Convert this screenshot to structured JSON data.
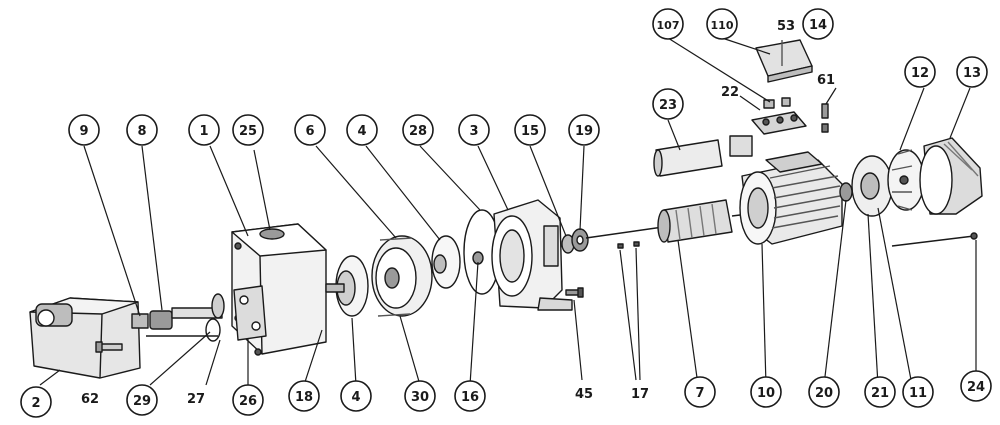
{
  "callouts": [
    {
      "id": "c-9",
      "label": "9",
      "part": "9"
    },
    {
      "id": "c-8",
      "label": "8",
      "part": "8"
    },
    {
      "id": "c-1",
      "label": "1",
      "part": "1"
    },
    {
      "id": "c-25",
      "label": "25",
      "part": "25"
    },
    {
      "id": "c-6",
      "label": "6",
      "part": "6"
    },
    {
      "id": "c-4a",
      "label": "4",
      "part": "4"
    },
    {
      "id": "c-28",
      "label": "28",
      "part": "28"
    },
    {
      "id": "c-3",
      "label": "3",
      "part": "3"
    },
    {
      "id": "c-15",
      "label": "15",
      "part": "15"
    },
    {
      "id": "c-19",
      "label": "19",
      "part": "19"
    },
    {
      "id": "c-23",
      "label": "23",
      "part": "23"
    },
    {
      "id": "c-107",
      "label": "107",
      "part": "107"
    },
    {
      "id": "c-110",
      "label": "110",
      "part": "110"
    },
    {
      "id": "c-14",
      "label": "14",
      "part": "14"
    },
    {
      "id": "c-12",
      "label": "12",
      "part": "12"
    },
    {
      "id": "c-13",
      "label": "13",
      "part": "13"
    },
    {
      "id": "c-2",
      "label": "2",
      "part": "2"
    },
    {
      "id": "c-29",
      "label": "29",
      "part": "29"
    },
    {
      "id": "c-26",
      "label": "26",
      "part": "26"
    },
    {
      "id": "c-18",
      "label": "18",
      "part": "18"
    },
    {
      "id": "c-4b",
      "label": "4",
      "part": "4"
    },
    {
      "id": "c-30",
      "label": "30",
      "part": "30"
    },
    {
      "id": "c-16",
      "label": "16",
      "part": "16"
    },
    {
      "id": "c-7",
      "label": "7",
      "part": "7"
    },
    {
      "id": "c-10",
      "label": "10",
      "part": "10"
    },
    {
      "id": "c-20",
      "label": "20",
      "part": "20"
    },
    {
      "id": "c-21",
      "label": "21",
      "part": "21"
    },
    {
      "id": "c-11",
      "label": "11",
      "part": "11"
    },
    {
      "id": "c-24",
      "label": "24",
      "part": "24"
    }
  ],
  "plain_labels": [
    {
      "id": "t-62",
      "label": "62",
      "part": "62"
    },
    {
      "id": "t-27",
      "label": "27",
      "part": "27"
    },
    {
      "id": "t-45",
      "label": "45",
      "part": "45"
    },
    {
      "id": "t-17",
      "label": "17",
      "part": "17"
    },
    {
      "id": "t-53",
      "label": "53",
      "part": "53"
    },
    {
      "id": "t-61",
      "label": "61",
      "part": "61"
    },
    {
      "id": "t-22",
      "label": "22",
      "part": "22"
    }
  ],
  "colors": {
    "ink": "#1a1a1a",
    "paper": "#ffffff",
    "shade": "#d9d9d9",
    "mid": "#9a9a9a"
  }
}
